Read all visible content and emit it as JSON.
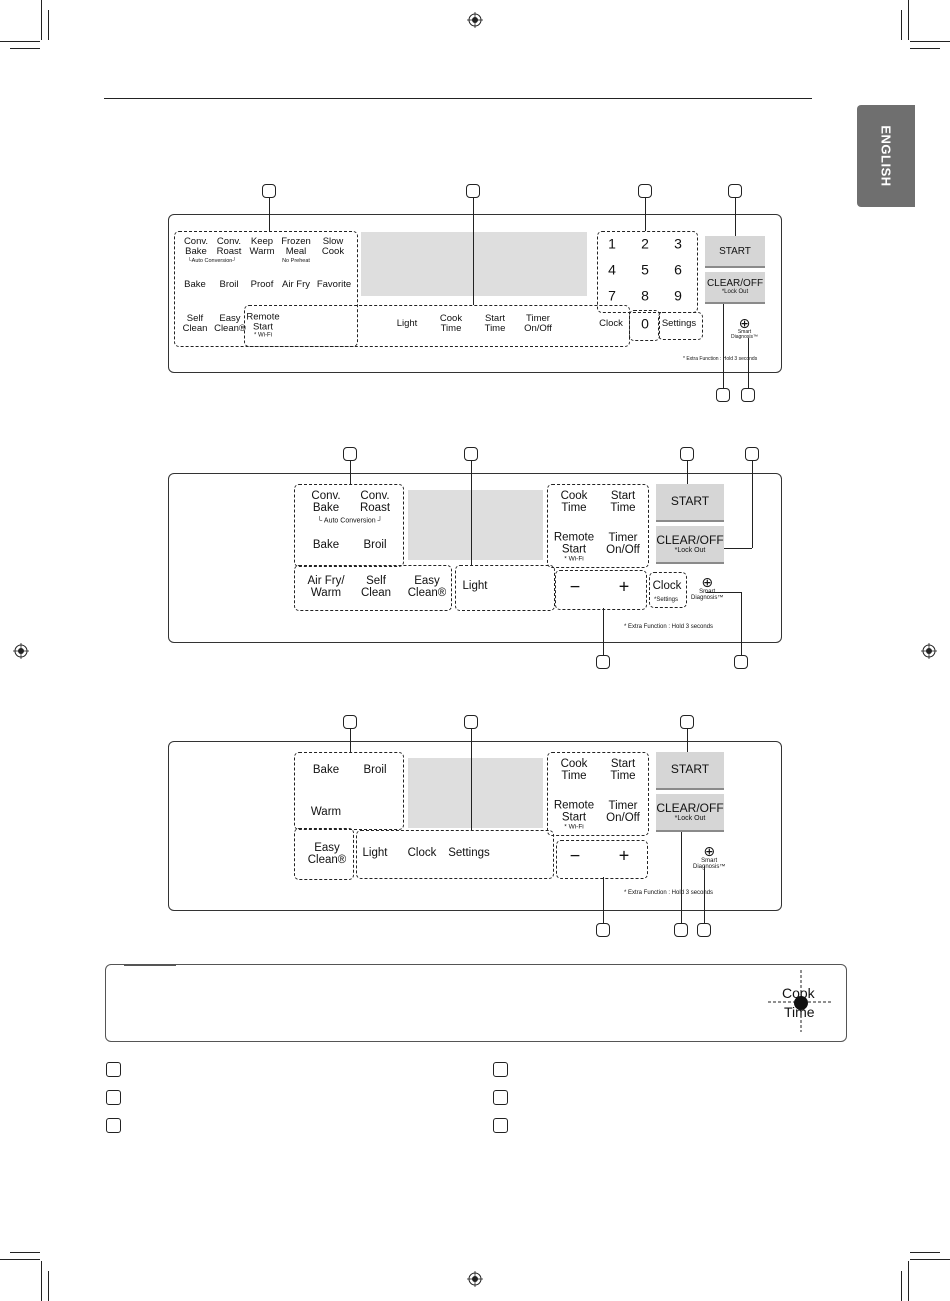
{
  "side_tab": "ENGLISH",
  "panel1": {
    "mode_keys": [
      {
        "l1": "Conv.",
        "l2": "Bake"
      },
      {
        "l1": "Conv.",
        "l2": "Roast"
      },
      {
        "l1": "Keep",
        "l2": "Warm"
      },
      {
        "l1": "Frozen",
        "l2": "Meal"
      },
      {
        "l1": "Slow",
        "l2": "Cook"
      }
    ],
    "auto_conversion": "└Auto Conversion┘",
    "no_preheat": "No Preheat",
    "row2": [
      "Bake",
      "Broil",
      "Proof",
      "Air Fry",
      "Favorite"
    ],
    "self_clean": {
      "l1": "Self",
      "l2": "Clean"
    },
    "easy_clean": {
      "l1": "Easy",
      "l2": "Clean®"
    },
    "remote_start": {
      "l1": "Remote",
      "l2": "Start",
      "sub": "* Wi-Fi"
    },
    "light": "Light",
    "cook_time": {
      "l1": "Cook",
      "l2": "Time"
    },
    "start_time": {
      "l1": "Start",
      "l2": "Time"
    },
    "timer": {
      "l1": "Timer",
      "l2": "On/Off"
    },
    "clock": "Clock",
    "settings": "Settings",
    "digits": [
      "1",
      "2",
      "3",
      "4",
      "5",
      "6",
      "7",
      "8",
      "9"
    ],
    "zero": "0",
    "start": "START",
    "clear": "CLEAR/OFF",
    "lock_out": "*Lock Out",
    "smart1": "Smart",
    "smart2": "Diagnosis™",
    "extra": "* Extra Function : Hold 3 seconds"
  },
  "panel2": {
    "conv_bake": {
      "l1": "Conv.",
      "l2": "Bake"
    },
    "conv_roast": {
      "l1": "Conv.",
      "l2": "Roast"
    },
    "auto_conversion": "└ Auto Conversion ┘",
    "bake": "Bake",
    "broil": "Broil",
    "air_fry": {
      "l1": "Air Fry/",
      "l2": "Warm"
    },
    "self_clean": {
      "l1": "Self",
      "l2": "Clean"
    },
    "easy_clean": {
      "l1": "Easy",
      "l2": "Clean®"
    },
    "light": "Light",
    "cook_time": {
      "l1": "Cook",
      "l2": "Time"
    },
    "start_time": {
      "l1": "Start",
      "l2": "Time"
    },
    "remote_start": {
      "l1": "Remote",
      "l2": "Start",
      "sub": "* Wi-Fi"
    },
    "timer": {
      "l1": "Timer",
      "l2": "On/Off"
    },
    "minus": "−",
    "plus": "+",
    "clock": "Clock",
    "settings": "*Settings",
    "start": "START",
    "clear": "CLEAR/OFF",
    "lock_out": "*Lock Out",
    "smart1": "Smart",
    "smart2": "Diagnosis™",
    "extra": "* Extra Function : Hold 3 seconds"
  },
  "panel3": {
    "bake": "Bake",
    "broil": "Broil",
    "warm": "Warm",
    "easy_clean": {
      "l1": "Easy",
      "l2": "Clean®"
    },
    "light": "Light",
    "clock": "Clock",
    "settings": "Settings",
    "cook_time": {
      "l1": "Cook",
      "l2": "Time"
    },
    "start_time": {
      "l1": "Start",
      "l2": "Time"
    },
    "remote_start": {
      "l1": "Remote",
      "l2": "Start",
      "sub": "* Wi-Fi"
    },
    "timer": {
      "l1": "Timer",
      "l2": "On/Off"
    },
    "minus": "−",
    "plus": "+",
    "start": "START",
    "clear": "CLEAR/OFF",
    "lock_out": "*Lock Out",
    "smart1": "Smart",
    "smart2": "Diagnosis™",
    "extra": "* Extra Function : Hold 3 seconds"
  },
  "note": {
    "cook": "Cook",
    "time": "Time"
  }
}
